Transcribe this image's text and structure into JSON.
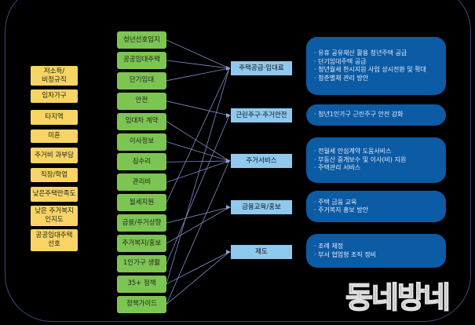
{
  "issues": [
    "저소득/\n비정규직",
    "임차가구",
    "타지역",
    "미혼",
    "주거비 과부담",
    "직장/학업",
    "낮은주택만족도",
    "낮은 주거복지\n인지도",
    "공공임대주택\n선호"
  ],
  "keywords": [
    "청년선호입지",
    "공공임대주택",
    "단기임대",
    "안전",
    "임대차 계약",
    "이사정보",
    "집수리",
    "관리비",
    "월세지원",
    "금융/주거상향",
    "주거복지/홍보",
    "1인가구 생활",
    "35+ 정책",
    "정책가이드"
  ],
  "categories": [
    {
      "label": "주택공급·임대료",
      "items": [
        "· 유휴 공유재산 활용 청년주택 공급",
        "· 단기임대주택 공급",
        "· 청년월세 한시지원 사업 상시전환 및 확대",
        "· 청춘별채 관리 방안"
      ]
    },
    {
      "label": "근린주구·주거안전",
      "items": [
        "· 청년1인가구 근린주구 안전 강화"
      ]
    },
    {
      "label": "주거서비스",
      "items": [
        "· 전월세 안심계약 도움서비스",
        "· 부동산 중개보수 및 이사(비) 지원",
        "· 주택관리 서비스"
      ]
    },
    {
      "label": "금융교육/홍보",
      "items": [
        "· 주택 금융 교육",
        "· 주거복지 홍보 방안"
      ]
    },
    {
      "label": "제도",
      "items": [
        "· 조례 제정",
        "· 부서 협업형 조직 정비"
      ]
    }
  ],
  "connections": [
    [
      0,
      0
    ],
    [
      1,
      0
    ],
    [
      2,
      0
    ],
    [
      8,
      0
    ],
    [
      3,
      1
    ],
    [
      11,
      1
    ],
    [
      4,
      2
    ],
    [
      5,
      2
    ],
    [
      6,
      2
    ],
    [
      7,
      2
    ],
    [
      9,
      3
    ],
    [
      10,
      3
    ],
    [
      12,
      4
    ],
    [
      13,
      4
    ],
    [
      12,
      0
    ],
    [
      13,
      2
    ]
  ],
  "logo": "동네방네",
  "colors": {
    "issue": "#f7d463",
    "keyword": "#7dc552",
    "category": "#8fc9ee",
    "detail": "#0c5ba5"
  }
}
